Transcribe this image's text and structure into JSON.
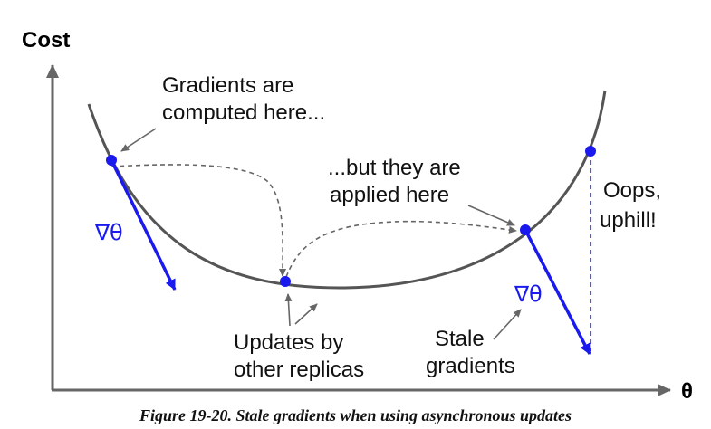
{
  "axes": {
    "y_label": "Cost",
    "x_label": "θ"
  },
  "labels": {
    "computed": [
      "Gradients are",
      "computed here..."
    ],
    "applied": [
      "...but they are",
      "applied here"
    ],
    "updates": [
      "Updates by",
      "other replicas"
    ],
    "stale": [
      "Stale",
      "gradients"
    ],
    "oops": [
      "Oops,",
      "uphill!"
    ],
    "grad_symbol": "∇θ"
  },
  "colors": {
    "curve": "#555555",
    "axis": "#666666",
    "gradient": "#1a1aee",
    "dashed": "#666666",
    "pointer": "#666666"
  },
  "caption": "Figure 19-20. Stale gradients when using asynchronous updates"
}
